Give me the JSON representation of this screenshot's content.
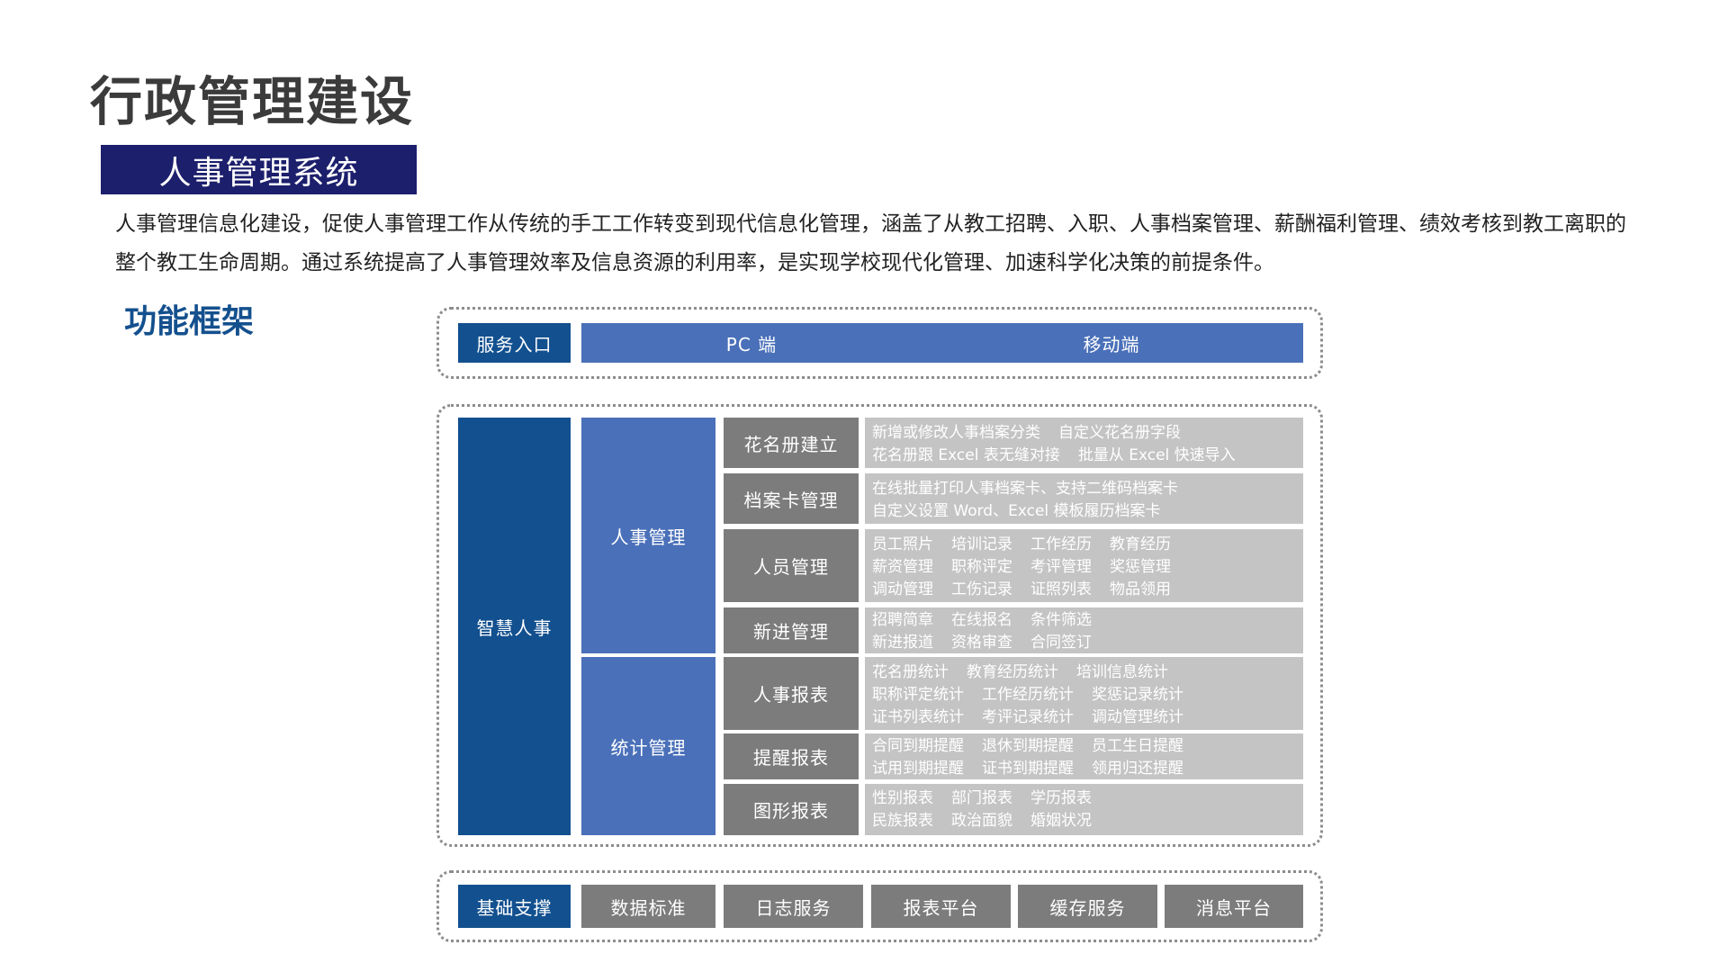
{
  "title": "行政管理建设",
  "subtitle": "人事管理系统",
  "intro": "人事管理信息化建设，促使人事管理工作从传统的手工工作转变到现代信息化管理，涵盖了从教工招聘、入职、人事档案管理、薪酬福利管理、绩效考核到教工离职的整个教工生命周期。通过系统提高了人事管理效率及信息资源的利用率，是实现学校现代化管理、加速科学化决策的前提条件。",
  "section_heading": "功能框架",
  "service_entry": {
    "label": "服务入口",
    "channels": [
      "PC 端",
      "移动端"
    ]
  },
  "core": {
    "label": "智慧人事",
    "groups": [
      {
        "label": "人事管理",
        "modules": [
          {
            "label": "花名册建立",
            "rows": [
              [
                "新增或修改人事档案分类",
                "自定义花名册字段"
              ],
              [
                "花名册跟 Excel 表无缝对接",
                "批量从 Excel 快速导入"
              ]
            ]
          },
          {
            "label": "档案卡管理",
            "rows": [
              [
                "在线批量打印人事档案卡、支持二维码档案卡"
              ],
              [
                "自定义设置 Word、Excel 模板履历档案卡"
              ]
            ]
          },
          {
            "label": "人员管理",
            "rows": [
              [
                "员工照片",
                "培训记录",
                "工作经历",
                "教育经历"
              ],
              [
                "薪资管理",
                "职称评定",
                "考评管理",
                "奖惩管理"
              ],
              [
                "调动管理",
                "工伤记录",
                "证照列表",
                "物品领用"
              ]
            ]
          },
          {
            "label": "新进管理",
            "rows": [
              [
                "招聘简章",
                "在线报名",
                "条件筛选"
              ],
              [
                "新进报道",
                "资格审查",
                "合同签订"
              ]
            ]
          }
        ]
      },
      {
        "label": "统计管理",
        "modules": [
          {
            "label": "人事报表",
            "rows": [
              [
                "花名册统计",
                "教育经历统计",
                "培训信息统计"
              ],
              [
                "职称评定统计",
                "工作经历统计",
                "奖惩记录统计"
              ],
              [
                "证书列表统计",
                "考评记录统计",
                "调动管理统计"
              ]
            ]
          },
          {
            "label": "提醒报表",
            "rows": [
              [
                "合同到期提醒",
                "退休到期提醒",
                "员工生日提醒"
              ],
              [
                "试用到期提醒",
                "证书到期提醒",
                "领用归还提醒"
              ]
            ]
          },
          {
            "label": "图形报表",
            "rows": [
              [
                "性别报表",
                "部门报表",
                "学历报表"
              ],
              [
                "民族报表",
                "政治面貌",
                "婚姻状况"
              ]
            ]
          }
        ]
      }
    ]
  },
  "foundation": {
    "label": "基础支撑",
    "items": [
      "数据标准",
      "日志服务",
      "报表平台",
      "缓存服务",
      "消息平台"
    ]
  },
  "colors": {
    "title_banner": "#1c1f6c",
    "dark_blue": "#12508f",
    "mid_blue": "#4a70b9",
    "module_gray": "#7c7c7c",
    "detail_gray": "#c4c4c4",
    "heading_blue": "#14508e"
  }
}
